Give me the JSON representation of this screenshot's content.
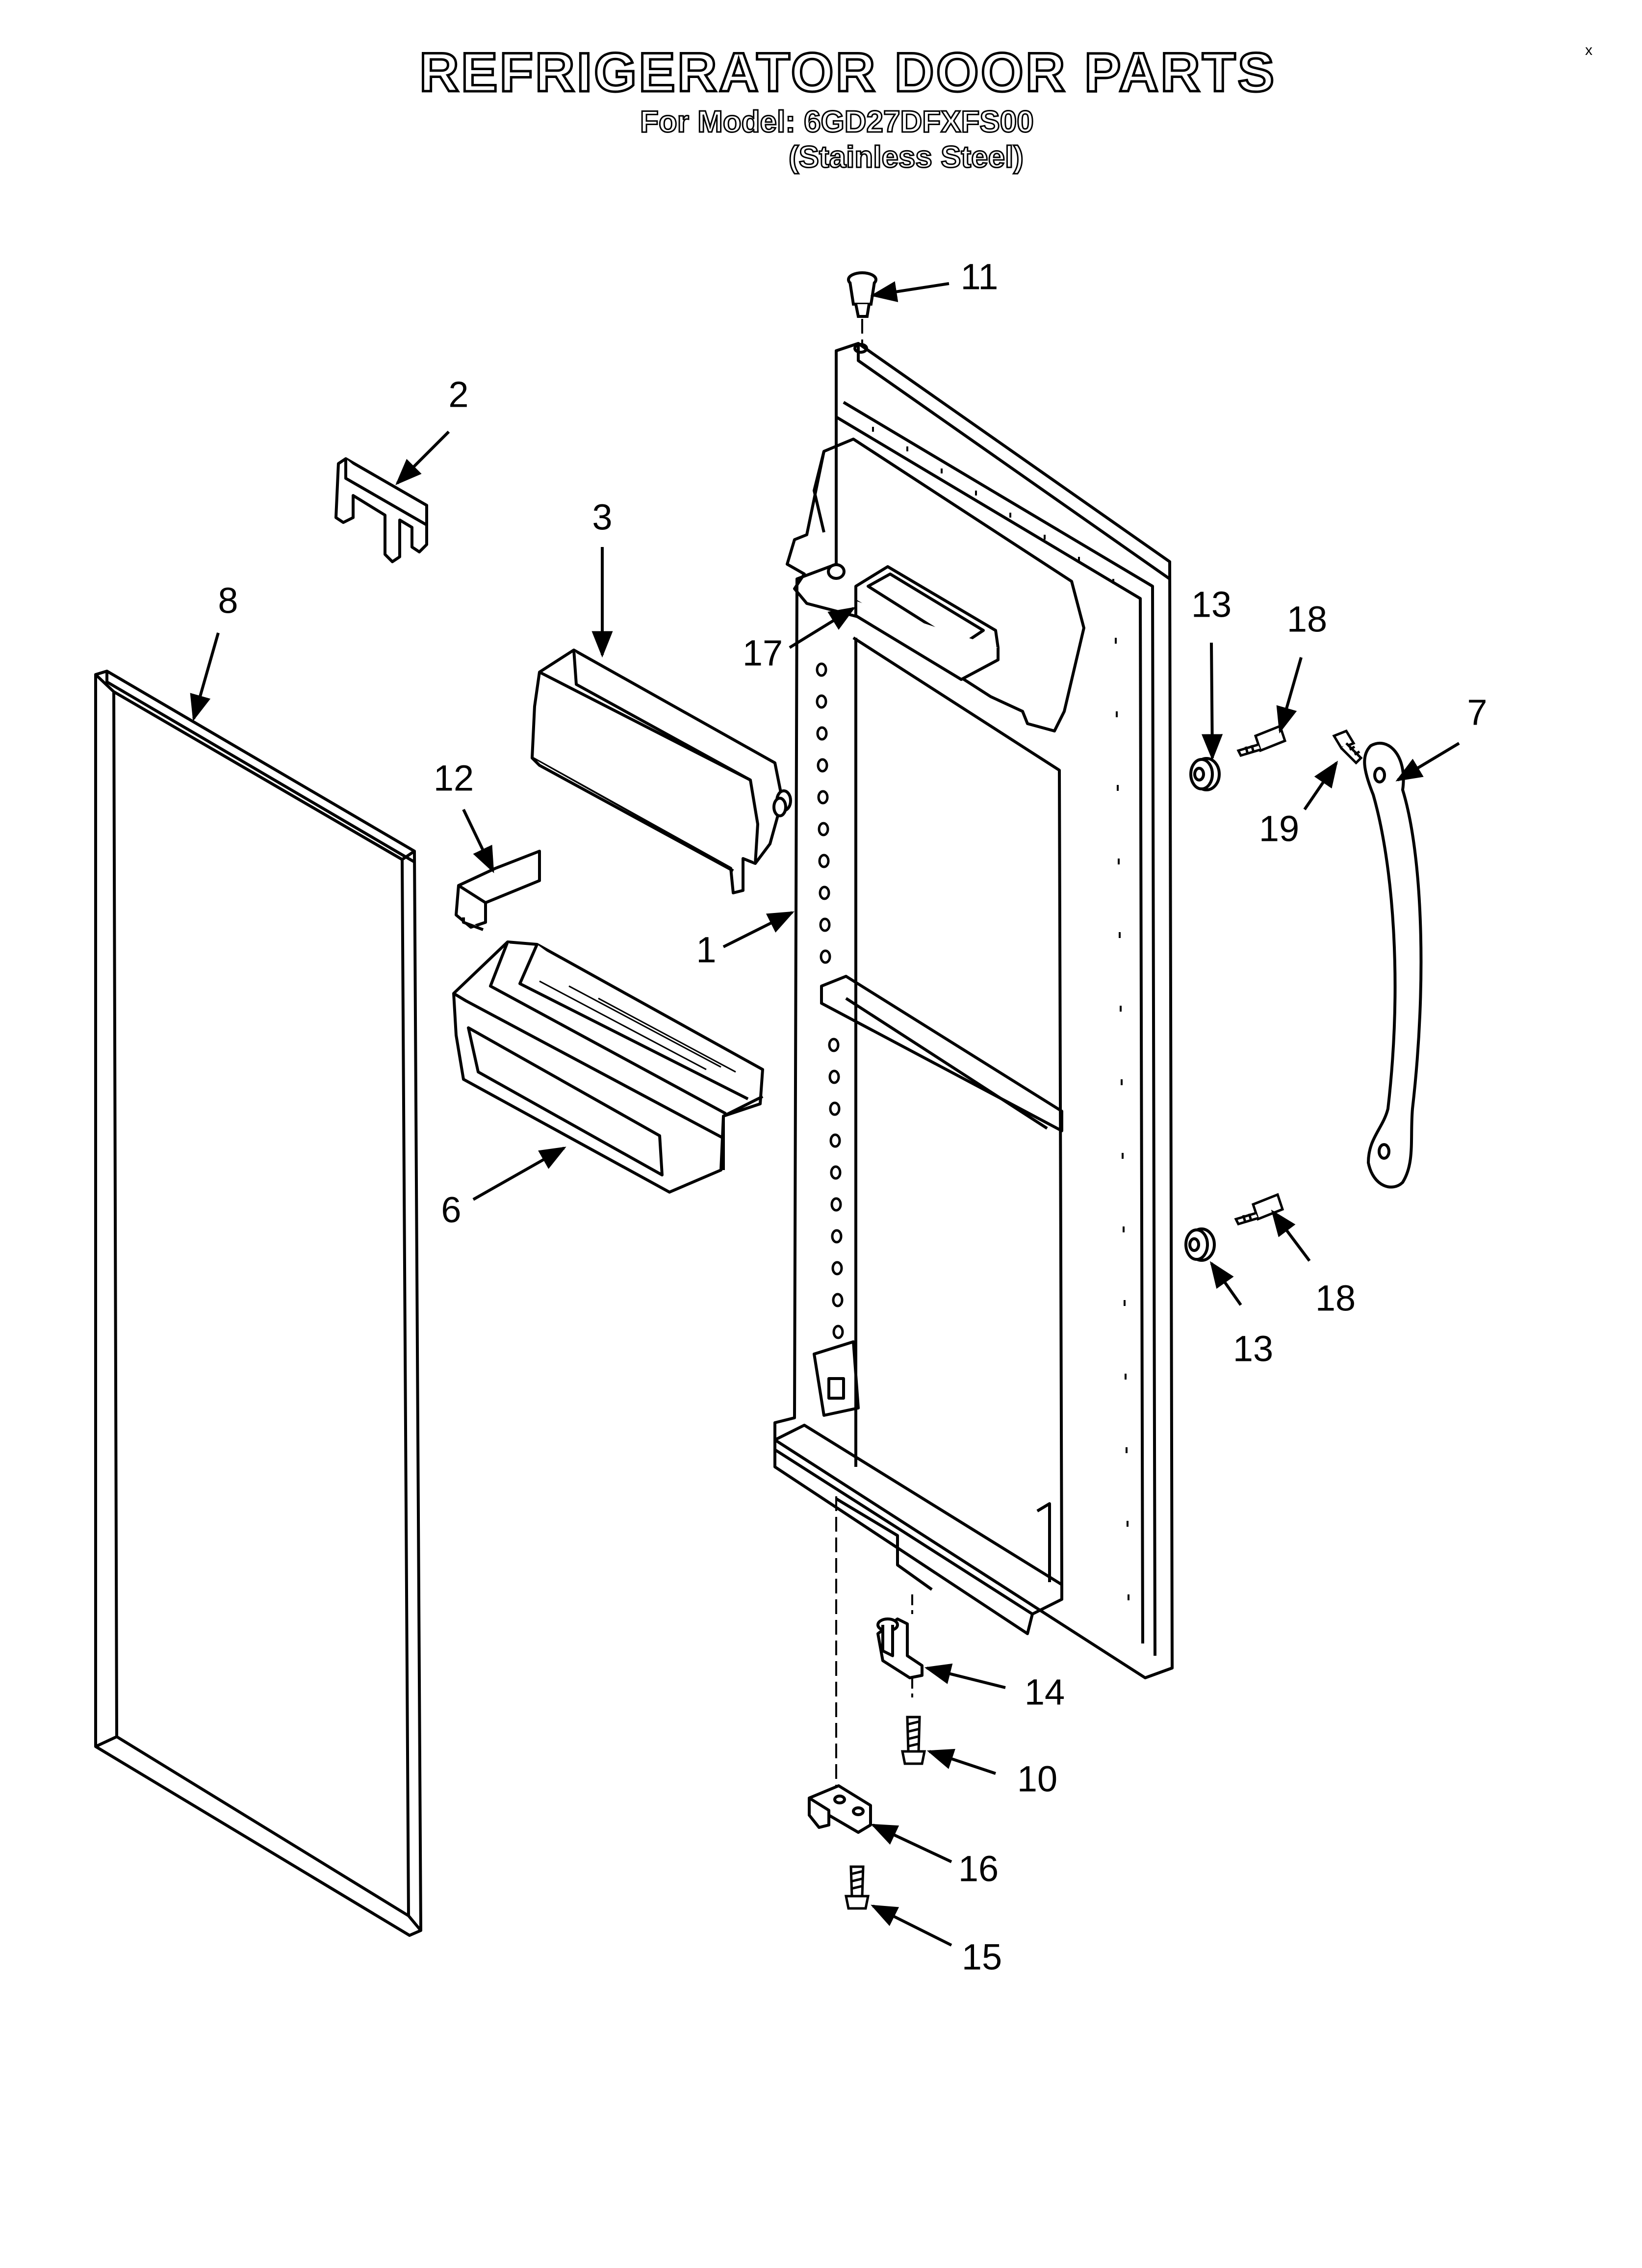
{
  "header": {
    "title": "REFRIGERATOR DOOR PARTS",
    "model_line": "For Model: 6GD27DFXFS00",
    "finish_line": "(Stainless Steel)",
    "corner_mark": "x"
  },
  "callouts": [
    {
      "id": "c11",
      "label": "11"
    },
    {
      "id": "c2",
      "label": "2"
    },
    {
      "id": "c3",
      "label": "3"
    },
    {
      "id": "c8",
      "label": "8"
    },
    {
      "id": "c17",
      "label": "17"
    },
    {
      "id": "c13a",
      "label": "13"
    },
    {
      "id": "c18a",
      "label": "18"
    },
    {
      "id": "c7",
      "label": "7"
    },
    {
      "id": "c19",
      "label": "19"
    },
    {
      "id": "c12",
      "label": "12"
    },
    {
      "id": "c1",
      "label": "1"
    },
    {
      "id": "c6",
      "label": "6"
    },
    {
      "id": "c18b",
      "label": "18"
    },
    {
      "id": "c13b",
      "label": "13"
    },
    {
      "id": "c14",
      "label": "14"
    },
    {
      "id": "c10",
      "label": "10"
    },
    {
      "id": "c16",
      "label": "16"
    },
    {
      "id": "c15",
      "label": "15"
    }
  ]
}
